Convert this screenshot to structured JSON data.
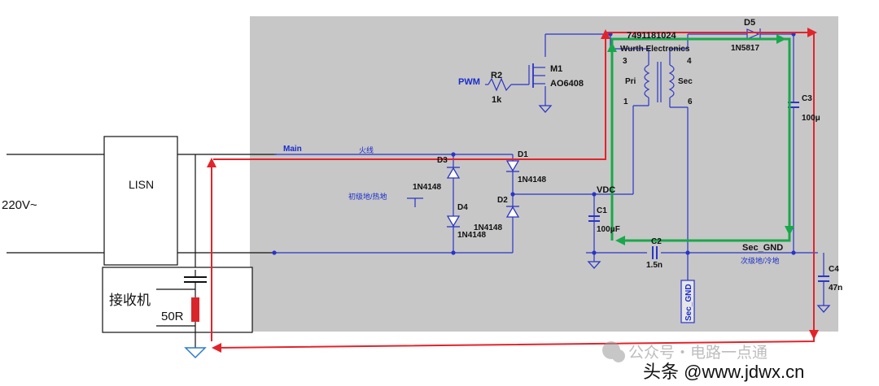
{
  "colors": {
    "sim_background": "#c7c7c7",
    "wire_blue": "#2a34c8",
    "loop_red": "#e3232a",
    "loop_green": "#18a84a",
    "label_blue": "#1a2ccc",
    "resistor_red": "#d8262a"
  },
  "left_block": {
    "source_label": "220V~",
    "lisn_label": "LISN",
    "receiver_label": "接收机",
    "resistor_label": "50R"
  },
  "schematic": {
    "net_main": "Main",
    "net_live_cn": "火线",
    "net_vdc": "VDC",
    "net_sec_gnd": "Sec_GND",
    "sec_gnd_flag": "Sec_GND",
    "primary_ground_cn": "初级地/热地",
    "secondary_ground_cn": "次级地/冷地",
    "pwm_label": "PWM",
    "r2_name": "R2",
    "r2_value": "1k",
    "m1_name": "M1",
    "m1_part": "AO6408",
    "transformer_part": "7491181024",
    "transformer_vendor": "Wurth Electronics",
    "pin3": "3",
    "pin4": "4",
    "pin1": "1",
    "pin6": "6",
    "pri_label": "Pri",
    "sec_label": "Sec",
    "d5_name": "D5",
    "d5_part": "1N5817",
    "c3_name": "C3",
    "c3_value": "100μ",
    "c4_name": "C4",
    "c4_value": "47n",
    "c2_name": "C2",
    "c2_value": "1.5n",
    "c1_name": "C1",
    "c1_value": "100μF",
    "d1_name": "D1",
    "d1_part": "1N4148",
    "d2_name": "D2",
    "d2_part": "1N4148",
    "d3_name": "D3",
    "d3_part": "1N4148",
    "d4_name": "D4",
    "d4_part": "1N4148"
  },
  "watermark": {
    "account": "公众号・电路一点通",
    "source": "头条 @www.jdwx.cn"
  }
}
